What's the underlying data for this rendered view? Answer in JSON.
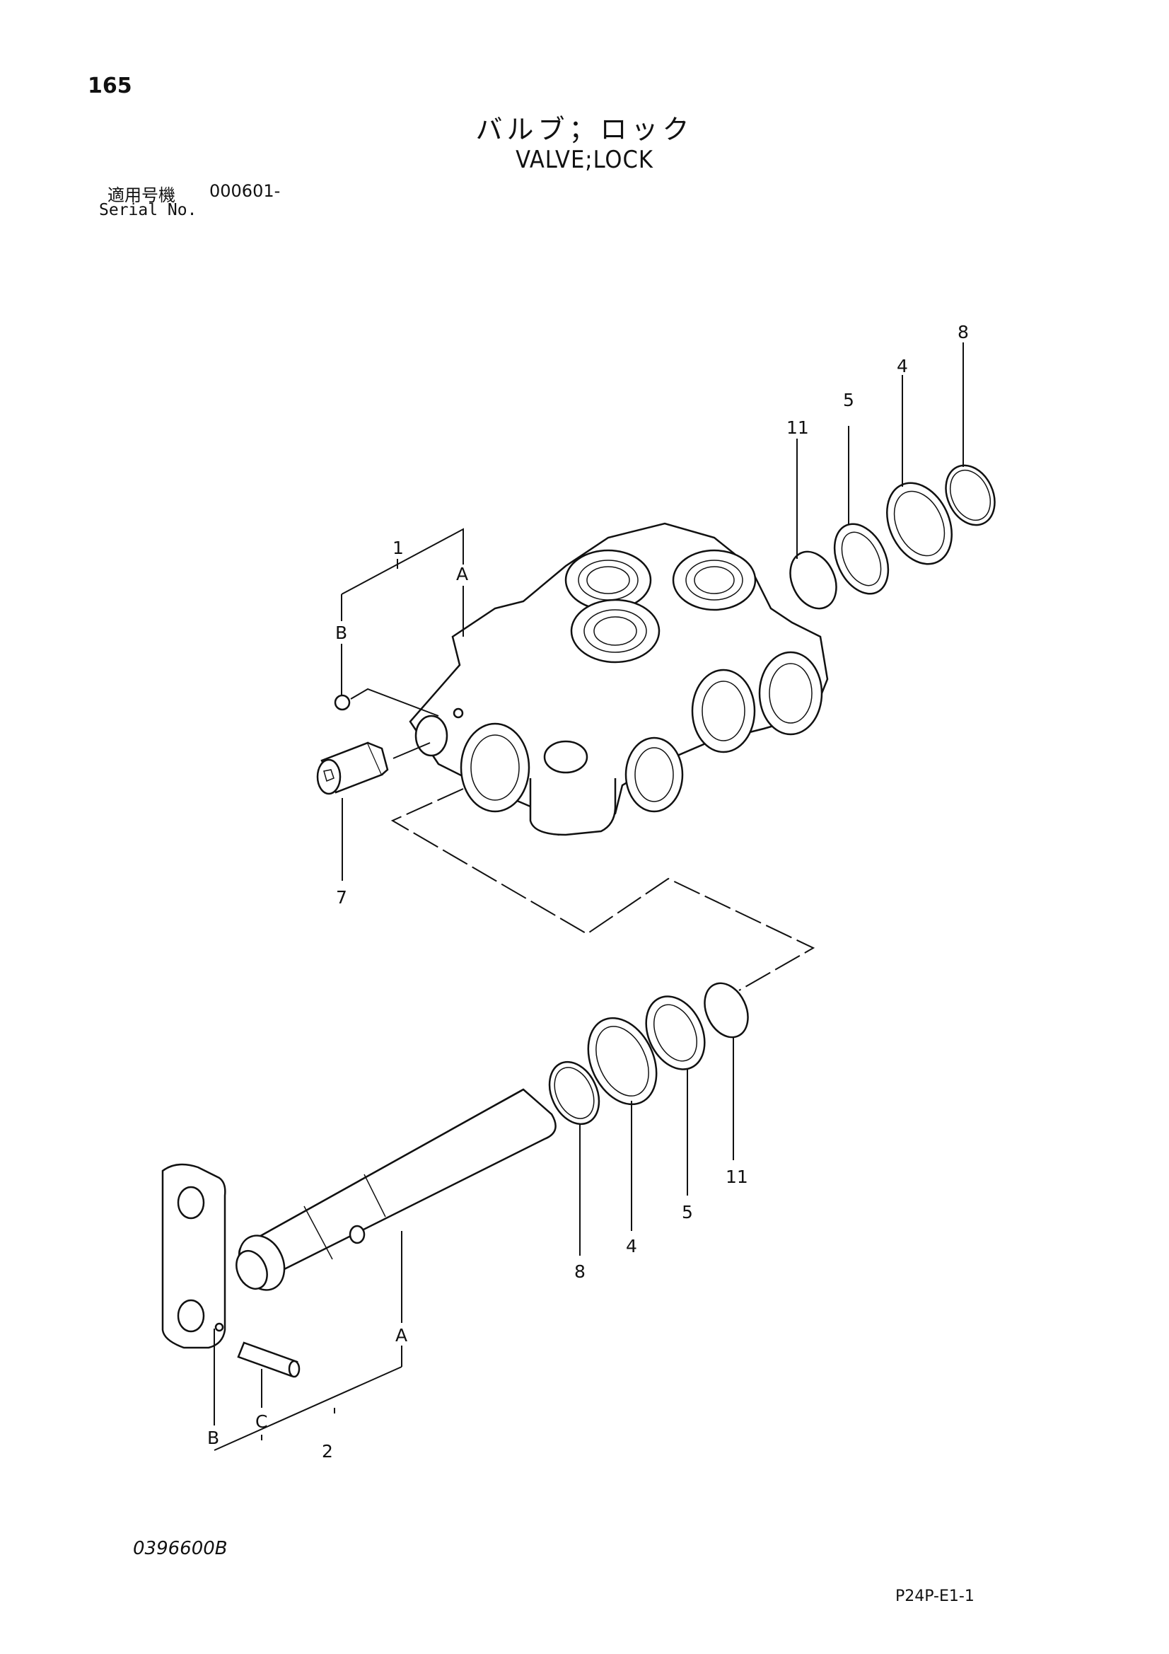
{
  "header": {
    "page_number": "165",
    "title_jp": "バルブ；ロック",
    "title_en": "VALVE;LOCK",
    "serial_label_jp": "適用号機",
    "serial_value": "000601-",
    "serial_label_en": "Serial No."
  },
  "footer": {
    "drawing_code": "0396600B",
    "page_code": "P24P-E1-1"
  },
  "callouts": {
    "upper": {
      "p1": "1",
      "a": "A",
      "b": "B",
      "p7": "7",
      "p11": "11",
      "p5": "5",
      "p4": "4",
      "p8": "8"
    },
    "lower": {
      "p11": "11",
      "p5": "5",
      "p4": "4",
      "p8": "8",
      "a": "A",
      "b": "B",
      "c": "C",
      "p2": "2"
    }
  }
}
